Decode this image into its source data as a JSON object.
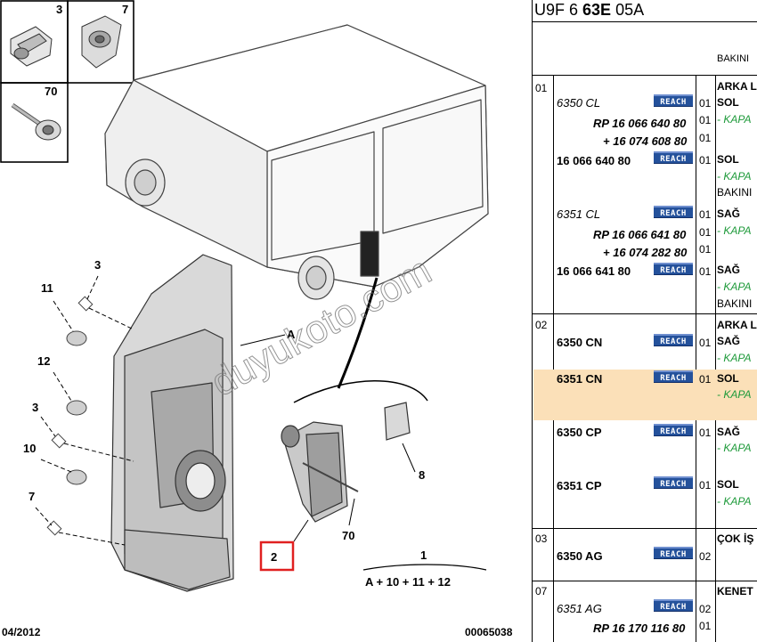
{
  "diagram": {
    "thumb_labels": [
      "3",
      "7",
      "70"
    ],
    "callouts": [
      "3",
      "11",
      "12",
      "3",
      "10",
      "7",
      "A",
      "2",
      "70",
      "8",
      "1"
    ],
    "formula": "A + 10 + 11 + 12",
    "watermark": "duyukoto.com",
    "footer_left": "04/2012",
    "footer_right": "00065038"
  },
  "parts_panel": {
    "header_prefix": "U9F 6 ",
    "header_bold": "63E",
    "header_suffix": " 05A",
    "column_header": "BAKINI",
    "reach_label": "REACH",
    "groups": [
      {
        "num": "01"
      },
      {
        "num": "02"
      },
      {
        "num": "03"
      },
      {
        "num": "07"
      }
    ],
    "rows": [
      {
        "ref": "6350 CL",
        "reach": true,
        "qty": "01",
        "desc": "ARKA L",
        "desc2": "SOL",
        "sub": "- KAPA"
      },
      {
        "ref": "RP 16 066 640 80",
        "qty": "01",
        "sub": "- KAPA"
      },
      {
        "ref": "+ 16 074 608 80",
        "qty": "01"
      },
      {
        "ref": "16 066 640 80",
        "reach": true,
        "qty": "01",
        "desc": "SOL",
        "sub": "- KAPA",
        "note": "BAKINI"
      },
      {
        "ref": "6351 CL",
        "reach": true,
        "qty": "01",
        "desc": "SAĞ"
      },
      {
        "ref": "RP 16 066 641 80",
        "qty": "01",
        "sub": "- KAPA"
      },
      {
        "ref": "+ 16 074 282 80",
        "qty": "01"
      },
      {
        "ref": "16 066 641 80",
        "reach": true,
        "qty": "01",
        "desc": "SAĞ",
        "sub": "- KAPA",
        "note": "BAKINI"
      },
      {
        "ref": "6350 CN",
        "reach": true,
        "qty": "01",
        "desc": "ARKA L",
        "desc2": "SAĞ",
        "sub": "- KAPA"
      },
      {
        "ref": "6351 CN",
        "reach": true,
        "qty": "01",
        "desc": "SOL",
        "sub": "- KAPA"
      },
      {
        "ref": "6350 CP",
        "reach": true,
        "qty": "01",
        "desc": "SAĞ",
        "sub": "- KAPA"
      },
      {
        "ref": "6351 CP",
        "reach": true,
        "qty": "01",
        "desc": "SOL",
        "sub": "- KAPA"
      },
      {
        "ref": "6350 AG",
        "reach": true,
        "qty": "02",
        "desc": "ÇOK İŞ"
      },
      {
        "ref": "6351 AG",
        "reach": true,
        "qty": "02",
        "desc": "KENET"
      },
      {
        "ref": "RP 16 170 116 80",
        "qty": "01"
      }
    ]
  }
}
